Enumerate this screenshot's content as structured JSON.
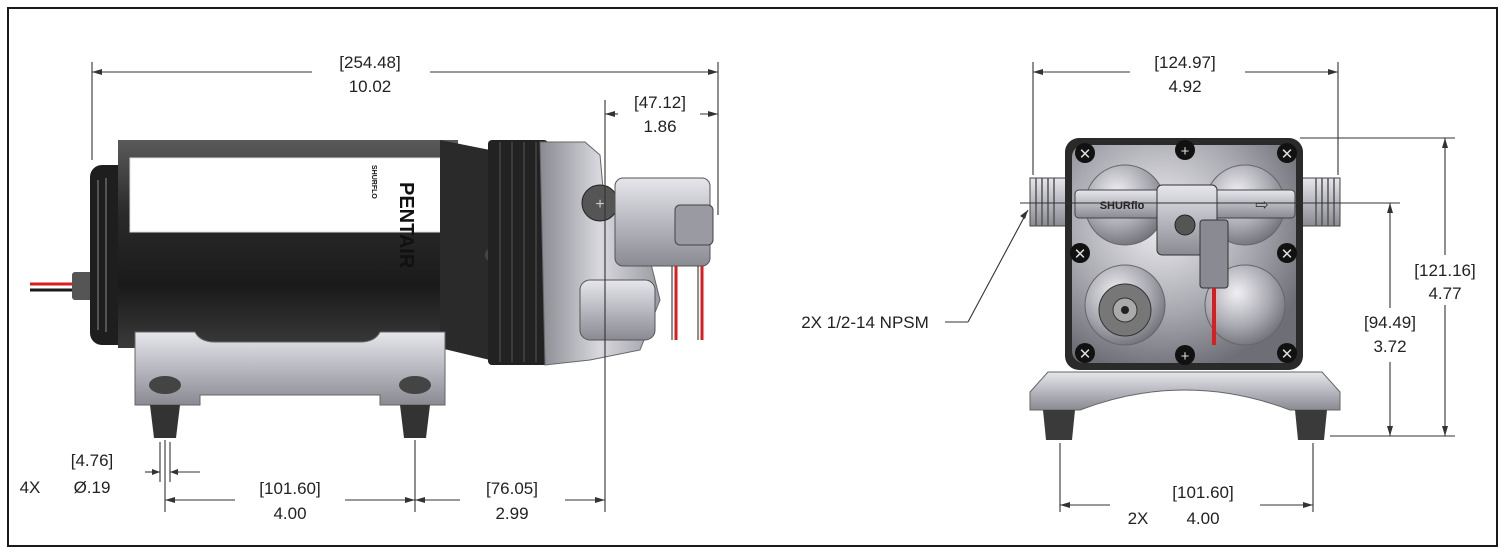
{
  "side_view": {
    "overall_length": {
      "mm": "[254.48]",
      "in": "10.02"
    },
    "head_depth": {
      "mm": "[47.12]",
      "in": "1.86"
    },
    "mount_hole": {
      "qty": "4X",
      "mm": "[4.76]",
      "in": "Ø.19"
    },
    "mount_spacing": {
      "mm": "[101.60]",
      "in": "4.00"
    },
    "hole_to_outlet": {
      "mm": "[76.05]",
      "in": "2.99"
    },
    "motor_label": "PENTAIR",
    "motor_label_small": "SHURFLO"
  },
  "front_view": {
    "width": {
      "mm": "[124.97]",
      "in": "4.92"
    },
    "height": {
      "mm": "[121.16]",
      "in": "4.77"
    },
    "port_height": {
      "mm": "[94.49]",
      "in": "3.72"
    },
    "foot_spacing": {
      "qty": "2X",
      "mm": "[101.60]",
      "in": "4.00"
    },
    "ports_callout": "2X 1/2-14 NPSM",
    "logo_text": "SHURflo"
  },
  "colors": {
    "wire_red": "#d81e1e",
    "motor_black": "#2b2b2b",
    "casting_gray": "#bcbcc4",
    "label_white": "#ffffff"
  }
}
